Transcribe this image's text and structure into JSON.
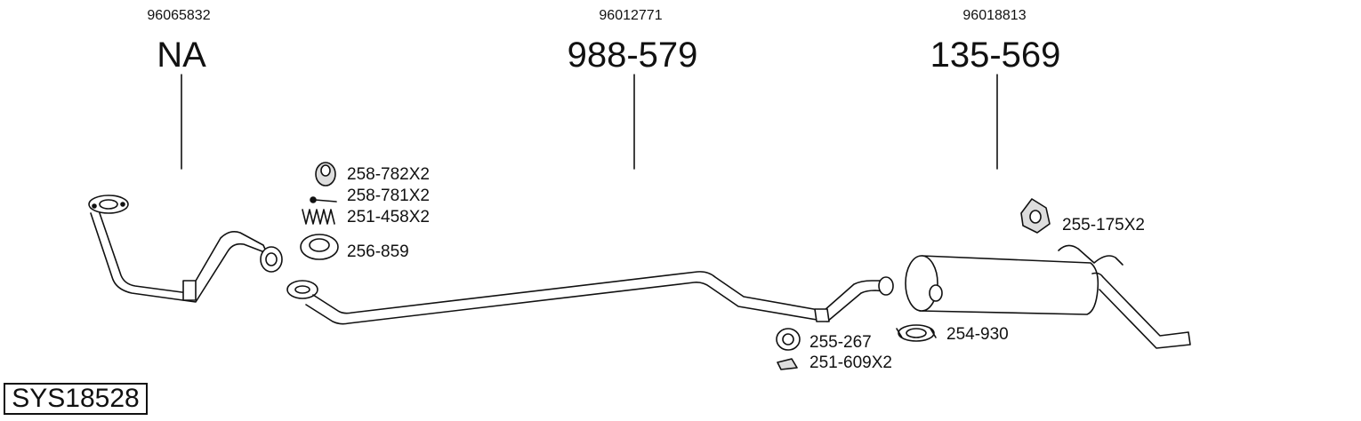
{
  "system_code": "SYS18528",
  "sections": [
    {
      "oem": "96065832",
      "part_number": "NA"
    },
    {
      "oem": "96012771",
      "part_number": "988-579"
    },
    {
      "oem": "96018813",
      "part_number": "135-569"
    }
  ],
  "accessories": {
    "rubber_mount_top": "258-782X2",
    "bolt": "258-781X2",
    "spring": "251-458X2",
    "gasket_ring": "256-859",
    "rubber_mount_right": "255-175X2",
    "hanger_mount": "255-267",
    "bracket": "251-609X2",
    "clamp": "254-930"
  },
  "colors": {
    "line": "#111111",
    "fill": "#ffffff",
    "part_fill": "#eeeeee"
  }
}
